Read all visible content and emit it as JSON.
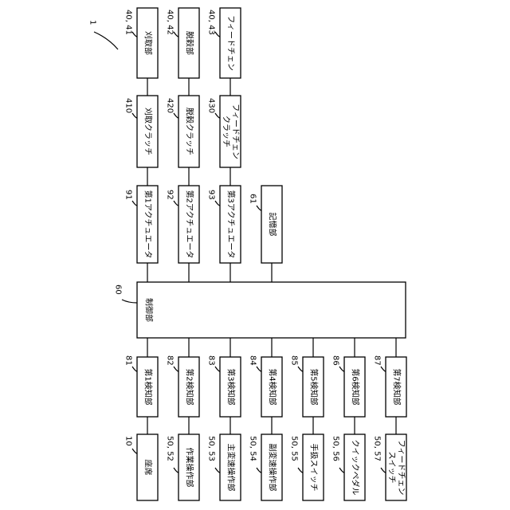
{
  "figure_ref": "1",
  "outputs": [
    {
      "label": "刈取部",
      "ref": "40, 41"
    },
    {
      "label": "脱穀部",
      "ref": "40, 42"
    },
    {
      "label": "フィードチェン",
      "ref": "40, 43"
    }
  ],
  "clutches": [
    {
      "label": "刈取クラッチ",
      "ref": "410"
    },
    {
      "label": "脱穀クラッチ",
      "ref": "420"
    },
    {
      "label": [
        "フィードチェン",
        "クラッチ"
      ],
      "ref": "430"
    }
  ],
  "actuators": [
    {
      "label": "第1アクチュエータ",
      "ref": "91"
    },
    {
      "label": "第2アクチュエータ",
      "ref": "92"
    },
    {
      "label": "第3アクチュエータ",
      "ref": "93"
    }
  ],
  "storage": {
    "label": "記憶部",
    "ref": "61"
  },
  "controller": {
    "label": "制御部",
    "ref": "60"
  },
  "detectors": [
    {
      "label": "第1検知部",
      "ref": "81"
    },
    {
      "label": "第2検知部",
      "ref": "82"
    },
    {
      "label": "第3検知部",
      "ref": "83"
    },
    {
      "label": "第4検知部",
      "ref": "84"
    },
    {
      "label": "第5検知部",
      "ref": "85"
    },
    {
      "label": "第6検知部",
      "ref": "86"
    },
    {
      "label": "第7検知部",
      "ref": "87"
    }
  ],
  "inputs": [
    {
      "label": "座席",
      "ref": "10"
    },
    {
      "label": "作業操作部",
      "ref": "50, 52"
    },
    {
      "label": "主変速操作部",
      "ref": "50, 53"
    },
    {
      "label": "副変速操作部",
      "ref": "50, 54"
    },
    {
      "label": "手扱スイッチ",
      "ref": "50, 55"
    },
    {
      "label": "クイックペダル",
      "ref": "50, 56"
    },
    {
      "label": [
        "フィードチェン",
        "スイッチ"
      ],
      "ref": "50, 57"
    }
  ]
}
